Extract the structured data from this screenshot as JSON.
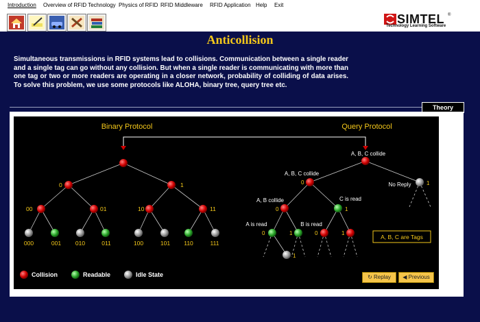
{
  "menu": {
    "items": [
      "Introduction",
      "Overview of RFID Technology",
      "Physics of RFID",
      "RFID Middleware",
      "RFID Application",
      "Help",
      "Exit"
    ]
  },
  "toolbar": {
    "icons": [
      "home-icon",
      "pencil-icon",
      "car-icon",
      "tools-icon",
      "books-icon"
    ]
  },
  "logo": {
    "brand": "SIMTEL",
    "tagline": "Technology Learning Software",
    "reg": "®"
  },
  "page": {
    "title": "Anticollision",
    "paragraph": "Simultaneous transmissions in RFID systems lead to collisions. Communication between a single reader and a single tag can go without any collision. But when a single reader is communicating with more than one tag or two or more readers are operating in a closer network, probability of colliding of data arises. To solve this problem, we use some protocols like ALOHA, binary tree, query tree etc.",
    "theory_label": "Theory"
  },
  "diagram": {
    "binary_title": "Binary Protocol",
    "query_title": "Query Protocol",
    "binary_labels": {
      "l1_left": "0",
      "l1_right": "1",
      "l2": [
        "00",
        "01",
        "10",
        "11"
      ],
      "leaves": [
        "000",
        "001",
        "010",
        "011",
        "100",
        "101",
        "110",
        "111"
      ]
    },
    "query_labels": {
      "root": "A, B, C collide",
      "l1": "A, B, C collide",
      "l1_bit": "0",
      "no_reply": "No Reply",
      "no_reply_bit": "1",
      "ab": "A, B collide",
      "ab_bit": "0",
      "c": "C is read",
      "c_bit": "1",
      "a": "A is read",
      "b": "B is read",
      "bits": [
        "0",
        "1",
        "0",
        "1"
      ],
      "bottom_bit": "1"
    },
    "tags_note": "A, B, C are Tags",
    "legend": [
      "Collision",
      "Readable",
      "Idle State"
    ],
    "colors": {
      "collision": "#d00000",
      "readable": "#2aa52a",
      "idle": "#9a9a9a",
      "accent": "#f5c81a"
    }
  },
  "buttons": {
    "replay": "Replay",
    "previous": "Previous"
  }
}
